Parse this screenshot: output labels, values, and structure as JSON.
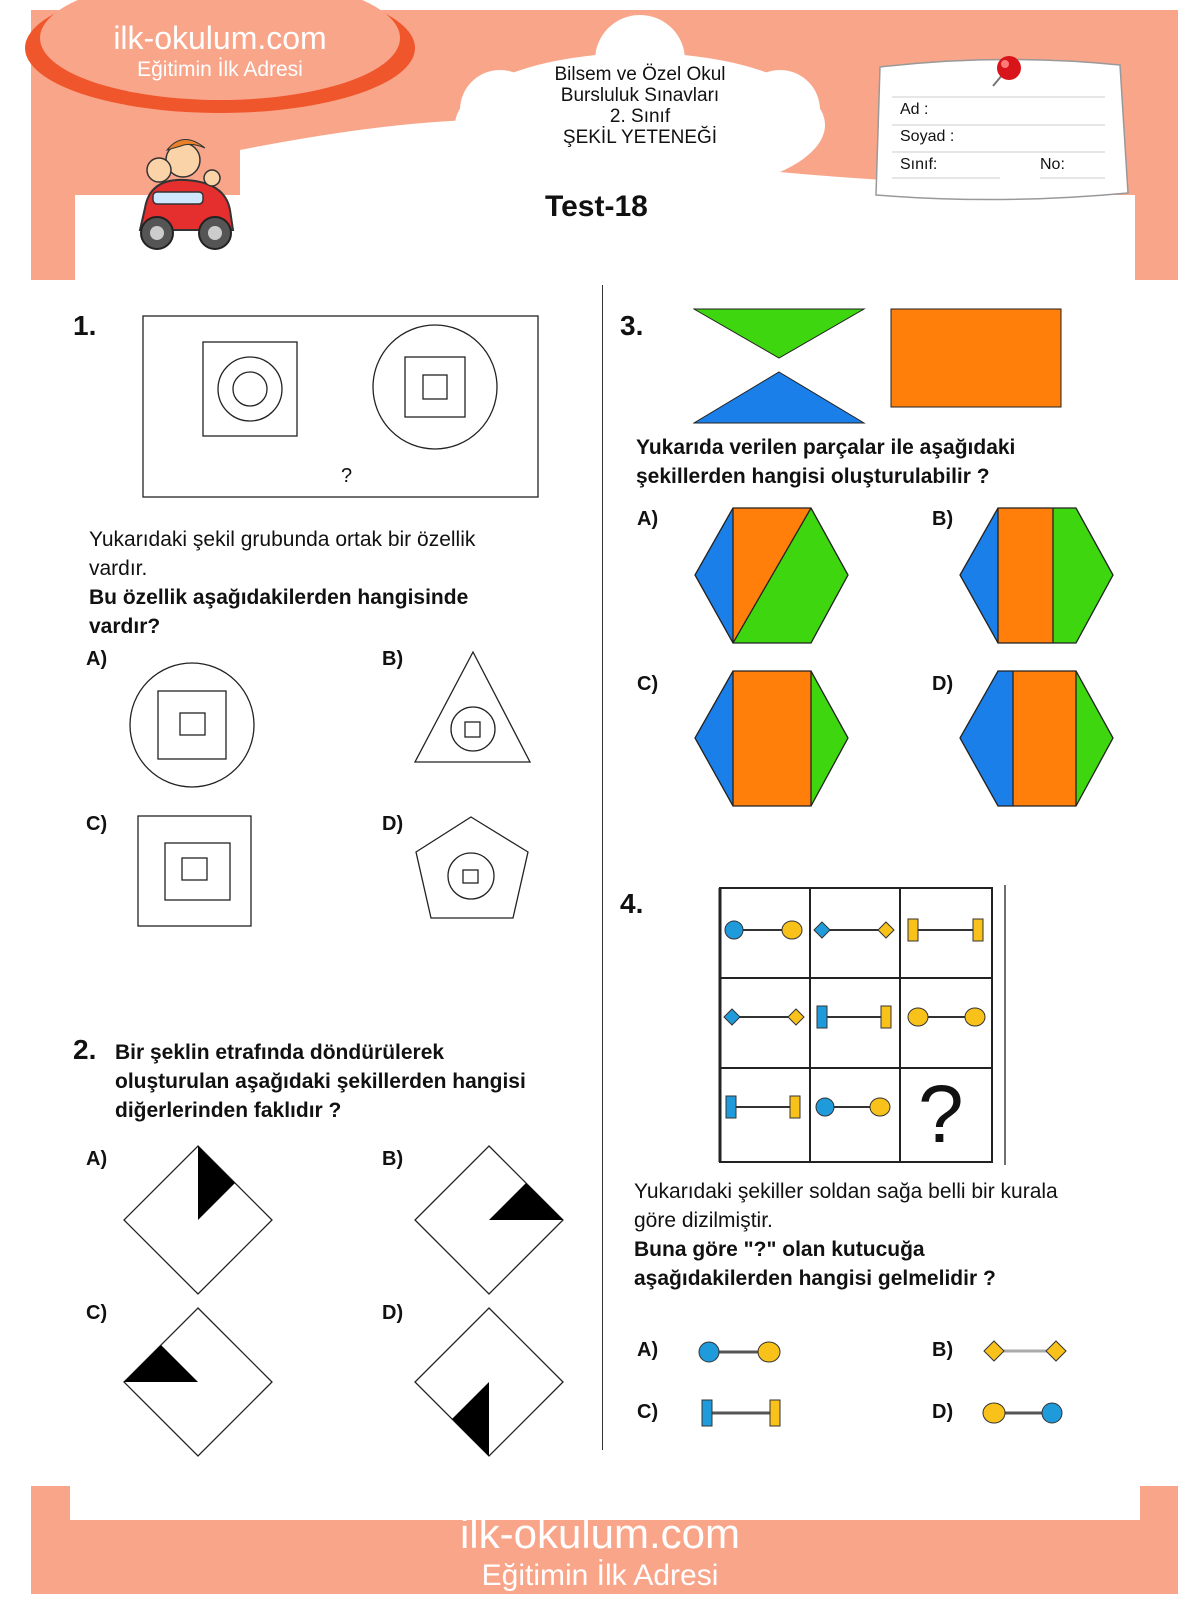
{
  "header": {
    "site": "ilk-okulum.com",
    "slogan": "Eğitimin İlk Adresi",
    "cloud_lines": [
      "Bilsem ve Özel Okul",
      "Bursluluk Sınavları",
      "2. Sınıf",
      "ŞEKİL YETENEĞİ"
    ],
    "test_title": "Test-18",
    "form": {
      "name": "Ad :",
      "surname": "Soyad :",
      "class": "Sınıf:",
      "number": "No:"
    }
  },
  "q1": {
    "number": "1.",
    "question_mark": "?",
    "text1": "Yukarıdaki şekil grubunda ortak bir özellik",
    "text2": "vardır.",
    "bold1": "Bu özellik aşağıdakilerden hangisinde",
    "bold2": "vardır?",
    "options": [
      "A)",
      "B)",
      "C)",
      "D)"
    ]
  },
  "q2": {
    "number": "2.",
    "line1": "Bir şeklin etrafında döndürülerek",
    "line2": "oluşturulan aşağıdaki şekillerden hangisi",
    "line3": "diğerlerinden faklıdır  ?",
    "options": [
      "A)",
      "B)",
      "C)",
      "D)"
    ]
  },
  "q3": {
    "number": "3.",
    "line1": "Yukarıda verilen parçalar ile aşağıdaki",
    "line2": "şekillerden hangisi oluşturulabilir ?",
    "options": [
      "A)",
      "B)",
      "C)",
      "D)"
    ]
  },
  "q4": {
    "number": "4.",
    "question_mark": "?",
    "text1": "Yukarıdaki şekiller soldan sağa belli bir kurala",
    "text2": "göre dizilmiştir.",
    "bold1": "Buna göre \"?\" olan kutucuğa",
    "bold2": "aşağıdakilerden hangisi gelmelidir ?",
    "options": [
      "A)",
      "B)",
      "C)",
      "D)"
    ]
  },
  "footer": {
    "site": "ilk-okulum.com",
    "slogan": "Eğitimin İlk Adresi"
  },
  "colors": {
    "salmon": "#f9a58a",
    "red": "#f0562c",
    "green": "#3ed60e",
    "blue": "#1a7fe8",
    "orange": "#ff7f0a",
    "dot_blue": "#1f9bdc",
    "dot_yellow": "#f8c21b"
  }
}
